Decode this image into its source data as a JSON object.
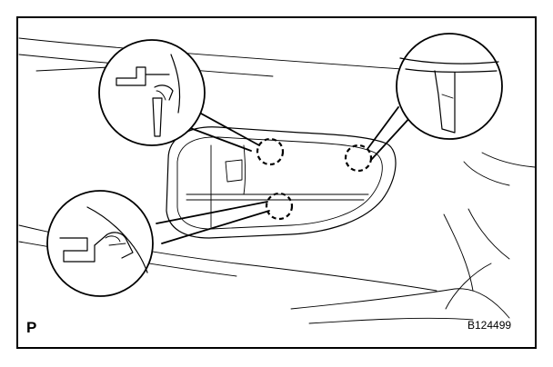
{
  "figure": {
    "view_label": "P",
    "figure_code": "B124499"
  },
  "callouts": [
    {
      "name": "clip-callout-upper-left"
    },
    {
      "name": "clip-callout-right"
    },
    {
      "name": "clip-callout-lower-left"
    }
  ]
}
